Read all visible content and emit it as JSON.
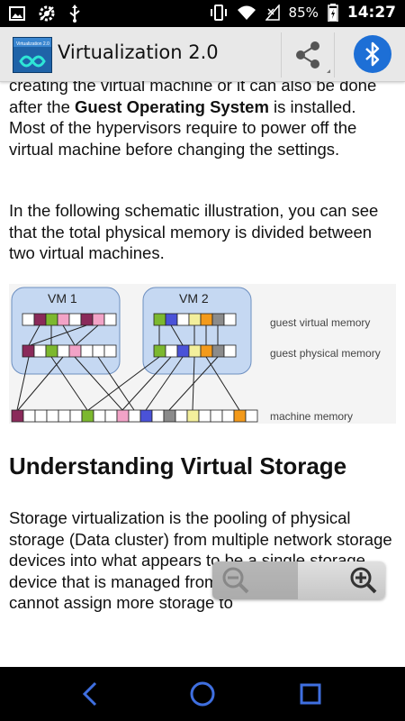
{
  "status_bar": {
    "battery": "85%",
    "time": "14:27",
    "left_icons": [
      "image-icon",
      "settings-icon",
      "usb-icon"
    ],
    "right_icons": [
      "vibrate-icon",
      "wifi-icon",
      "signal-icon",
      "battery-icon"
    ]
  },
  "app_bar": {
    "logo_text": "Virtualization 2.0",
    "title": "Virtualization 2.0",
    "actions": [
      "share-icon",
      "bluetooth-icon"
    ]
  },
  "content": {
    "para1": "creating the virtual machine or it can also be done after the Guest Operating System is installed. Most of the hypervisors require to power off the virtual machine before changing the settings.",
    "para1_bold": "Guest Operating System",
    "para1_pre": "creating the virtual machine or it can also be done after the ",
    "para1_post": " is installed. Most of the hypervisors require to power off the virtual machine before changing the settings.",
    "para2": "In the following schematic illustration, you can see that the total physical memory is divided between two virtual machines.",
    "figure": {
      "vm1_label": "VM 1",
      "vm2_label": "VM 2",
      "label_virtual": "guest virtual memory",
      "label_physical": "guest physical memory",
      "label_machine": "machine memory",
      "colors": {
        "maroon": "#8a2a5a",
        "green": "#7cb82f",
        "pink": "#f2a3c7",
        "blue": "#4a52d8",
        "yellow": "#f3ef9c",
        "orange": "#f39a1b",
        "gray": "#8b8b8b",
        "vm_box": "#c5d8f2"
      }
    },
    "heading": "Understanding Virtual Storage",
    "para3": "Storage virtualization is the pooling of physical storage (Data cluster) from multiple network storage devices into what appears to be a single storage device that is managed from a central console. We cannot assign more storage to"
  },
  "zoom": {
    "out_icon": "zoom-out-icon",
    "in_icon": "zoom-in-icon"
  },
  "nav_bar": {
    "buttons": [
      "back-icon",
      "home-icon",
      "recents-icon"
    ]
  }
}
